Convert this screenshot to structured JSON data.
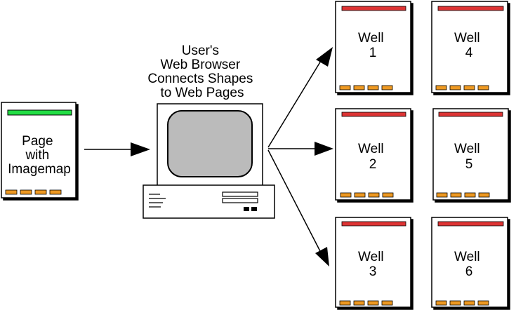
{
  "source_page": {
    "lines": [
      "Page",
      "with",
      "Imagemap"
    ],
    "accent_color": "#22dd44",
    "footer_color": "#ee9922"
  },
  "browser": {
    "lines": [
      "User's",
      "Web Browser",
      "Connects Shapes",
      "to Web Pages"
    ],
    "screen_color": "#bbbbbb"
  },
  "wells": [
    {
      "line1": "Well",
      "line2": "1"
    },
    {
      "line1": "Well",
      "line2": "2"
    },
    {
      "line1": "Well",
      "line2": "3"
    },
    {
      "line1": "Well",
      "line2": "4"
    },
    {
      "line1": "Well",
      "line2": "5"
    },
    {
      "line1": "Well",
      "line2": "6"
    }
  ],
  "colors": {
    "header_bar": "#dd3333",
    "footer_bar": "#ee9922",
    "outline": "#000000"
  }
}
